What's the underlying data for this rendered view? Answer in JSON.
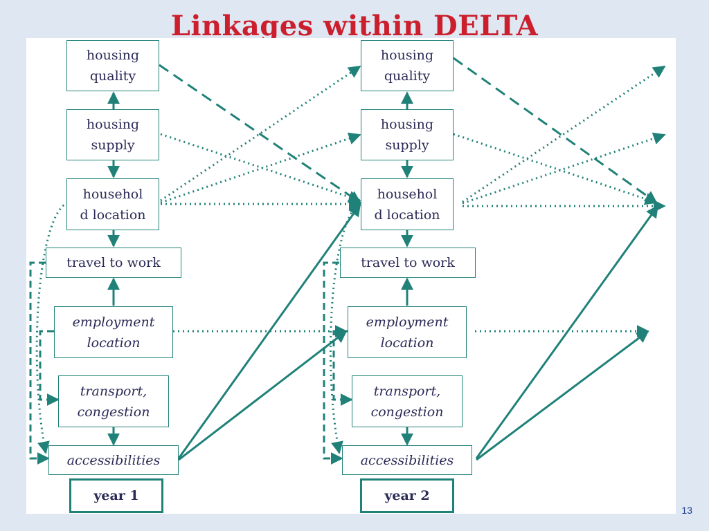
{
  "title": "Linkages within DELTA",
  "slide_number": "13",
  "colors": {
    "title": "#cc1f2d",
    "teal": "#1f8178",
    "text": "#2b2a56",
    "background": "#dfe8f2"
  },
  "boxes": {
    "housing_quality": "housing quality",
    "housing_supply": "housing supply",
    "household_location_line1": "househol",
    "household_location_line2": "d location",
    "travel_to_work": "travel to work",
    "employment_location_line1": "employment",
    "employment_location_line2": "location",
    "transport_congestion_line1": "transport,",
    "transport_congestion_line2": "congestion",
    "accessibilities": "accessibilities"
  },
  "years": {
    "year1": "year 1",
    "year2": "year 2"
  },
  "diagram": {
    "columns": [
      "year 1",
      "year 2"
    ],
    "link_styles": [
      "solid",
      "dashed",
      "dotted"
    ]
  }
}
